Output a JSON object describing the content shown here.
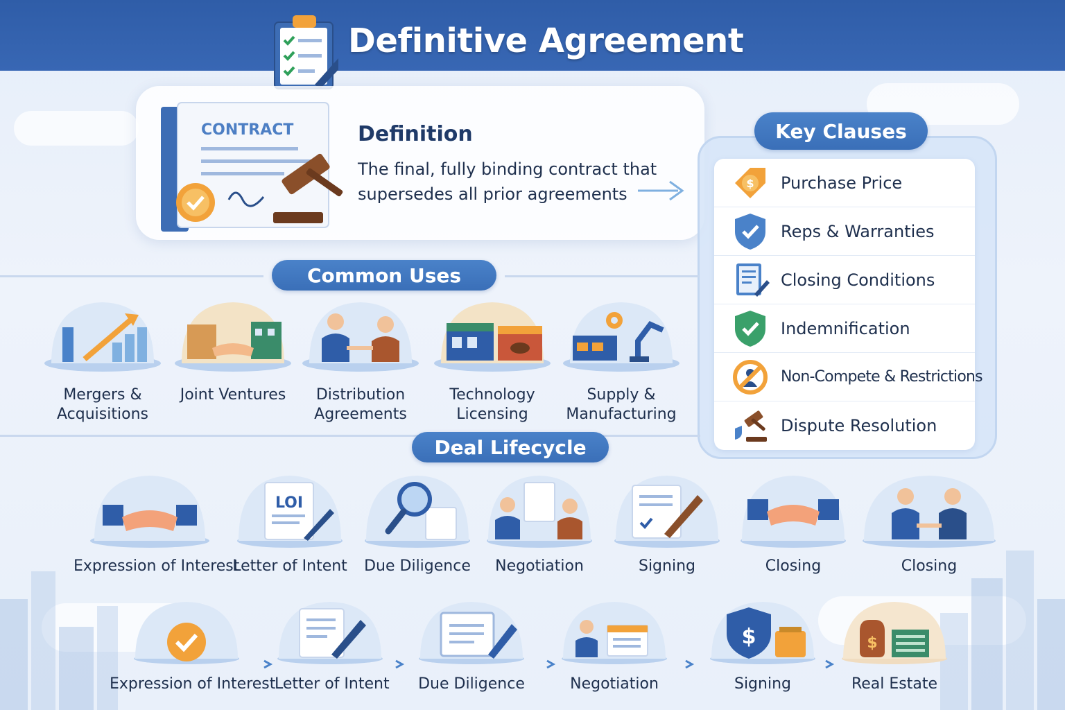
{
  "header": {
    "title": "Definitive Agreement"
  },
  "definition": {
    "heading": "Definition",
    "text": "The final, fully binding contract that supersedes all prior agreements",
    "contract_label": "CONTRACT"
  },
  "key_clauses": {
    "heading": "Key Clauses",
    "items": [
      {
        "label": "Purchase Price",
        "icon": "price-tag-icon"
      },
      {
        "label": "Reps & Warranties",
        "icon": "shield-check-icon"
      },
      {
        "label": "Closing Conditions",
        "icon": "checklist-icon"
      },
      {
        "label": "Indemnification",
        "icon": "shield-check-icon"
      },
      {
        "label": "Non-Compete & Restrictions",
        "icon": "prohibited-icon"
      },
      {
        "label": "Dispute Resolution",
        "icon": "gavel-icon"
      }
    ]
  },
  "common_uses": {
    "heading": "Common Uses",
    "items": [
      {
        "line1": "Mergers &",
        "line2": "Acquisitions",
        "icon": "growth-chart-icon"
      },
      {
        "line1": "Joint Ventures",
        "line2": "",
        "icon": "handshake-icon"
      },
      {
        "line1": "Distribution",
        "line2": "Agreements",
        "icon": "business-people-icon"
      },
      {
        "line1": "Technology",
        "line2": "Licensing",
        "icon": "storefront-icon"
      },
      {
        "line1": "Supply &",
        "line2": "Manufacturing",
        "icon": "factory-robot-icon"
      }
    ]
  },
  "deal_lifecycle": {
    "heading": "Deal Lifecycle",
    "row1": [
      {
        "label": "Expression of Interest",
        "icon": "handshake-icon"
      },
      {
        "label": "Letter of Intent",
        "icon": "loi-document-icon",
        "badge": "LOI"
      },
      {
        "label": "Due Diligence",
        "icon": "magnifier-icon"
      },
      {
        "label": "Negotiation",
        "icon": "business-people-icon"
      },
      {
        "label": "Signing",
        "icon": "document-pen-icon"
      },
      {
        "label": "Closing",
        "icon": "handshake-icon"
      },
      {
        "label": "Closing",
        "icon": "business-people-icon"
      }
    ],
    "row2": [
      {
        "label": "Expression of Interest",
        "icon": "check-badge-icon"
      },
      {
        "label": "Letter of Intent",
        "icon": "document-pen-icon"
      },
      {
        "label": "Due Diligence",
        "icon": "folder-pen-icon"
      },
      {
        "label": "Negotiation",
        "icon": "businessman-desk-icon"
      },
      {
        "label": "Signing",
        "icon": "dollar-shield-icon"
      },
      {
        "label": "Real Estate",
        "icon": "money-bag-icon"
      }
    ]
  },
  "colors": {
    "header": "#3363af",
    "pill": "#3e74bd",
    "accent_orange": "#f2a23a",
    "text": "#1e2f4d"
  }
}
